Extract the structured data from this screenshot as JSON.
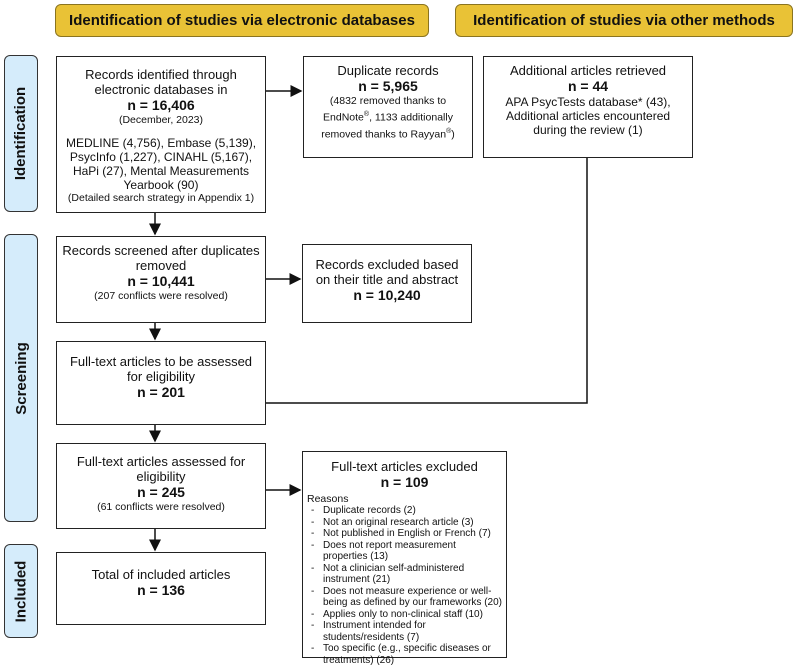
{
  "headers": {
    "databases": "Identification of studies via electronic databases",
    "other": "Identification of studies via other methods"
  },
  "stages": {
    "identification": "Identification",
    "screening": "Screening",
    "included": "Included"
  },
  "records_identified": {
    "title": "Records identified through electronic databases in",
    "n": "n = 16,406",
    "date": "(December, 2023)",
    "sources": "MEDLINE (4,756), Embase (5,139), PsycInfo (1,227), CINAHL (5,167), HaPi (27), Mental Measurements Yearbook (90)",
    "note": "(Detailed search strategy in Appendix 1)"
  },
  "duplicates": {
    "title": "Duplicate records",
    "n": "n = 5,965",
    "note_a": "(4832 removed thanks to EndNote",
    "note_b": ", 1133 additionally removed thanks to Rayyan",
    "note_c": ")",
    "reg": "®"
  },
  "additional": {
    "title": "Additional articles retrieved",
    "n": "n = 44",
    "note": "APA PsycTests database* (43), Additional articles encountered during the review (1)"
  },
  "screened": {
    "title": "Records screened after duplicates removed",
    "n": "n = 10,441",
    "note": "(207 conflicts were resolved)"
  },
  "excluded_title": {
    "title": "Records excluded based on their title and abstract",
    "n": "n = 10,240"
  },
  "to_assess": {
    "title": "Full-text articles to be assessed for eligibility",
    "n": "n = 201"
  },
  "assessed": {
    "title": "Full-text articles assessed for eligibility",
    "n": "n = 245",
    "note": "(61 conflicts were resolved)"
  },
  "ft_excluded": {
    "title": "Full-text articles excluded",
    "n": "n = 109",
    "reasons_label": "Reasons",
    "reasons": [
      "Duplicate records (2)",
      "Not an original research article (3)",
      "Not published in English or French (7)",
      "Does not report measurement properties (13)",
      "Not a clinician self-administered instrument (21)",
      "Does not measure experience or well-being as defined by our frameworks (20)",
      "Applies only to non-clinical staff (10)",
      "Instrument intended for students/residents (7)",
      "Too specific (e.g., specific diseases or treatments) (26)"
    ]
  },
  "included": {
    "title": "Total of included articles",
    "n": "n = 136"
  },
  "colors": {
    "header": "#e9c236",
    "stage": "#d5ecfb"
  }
}
